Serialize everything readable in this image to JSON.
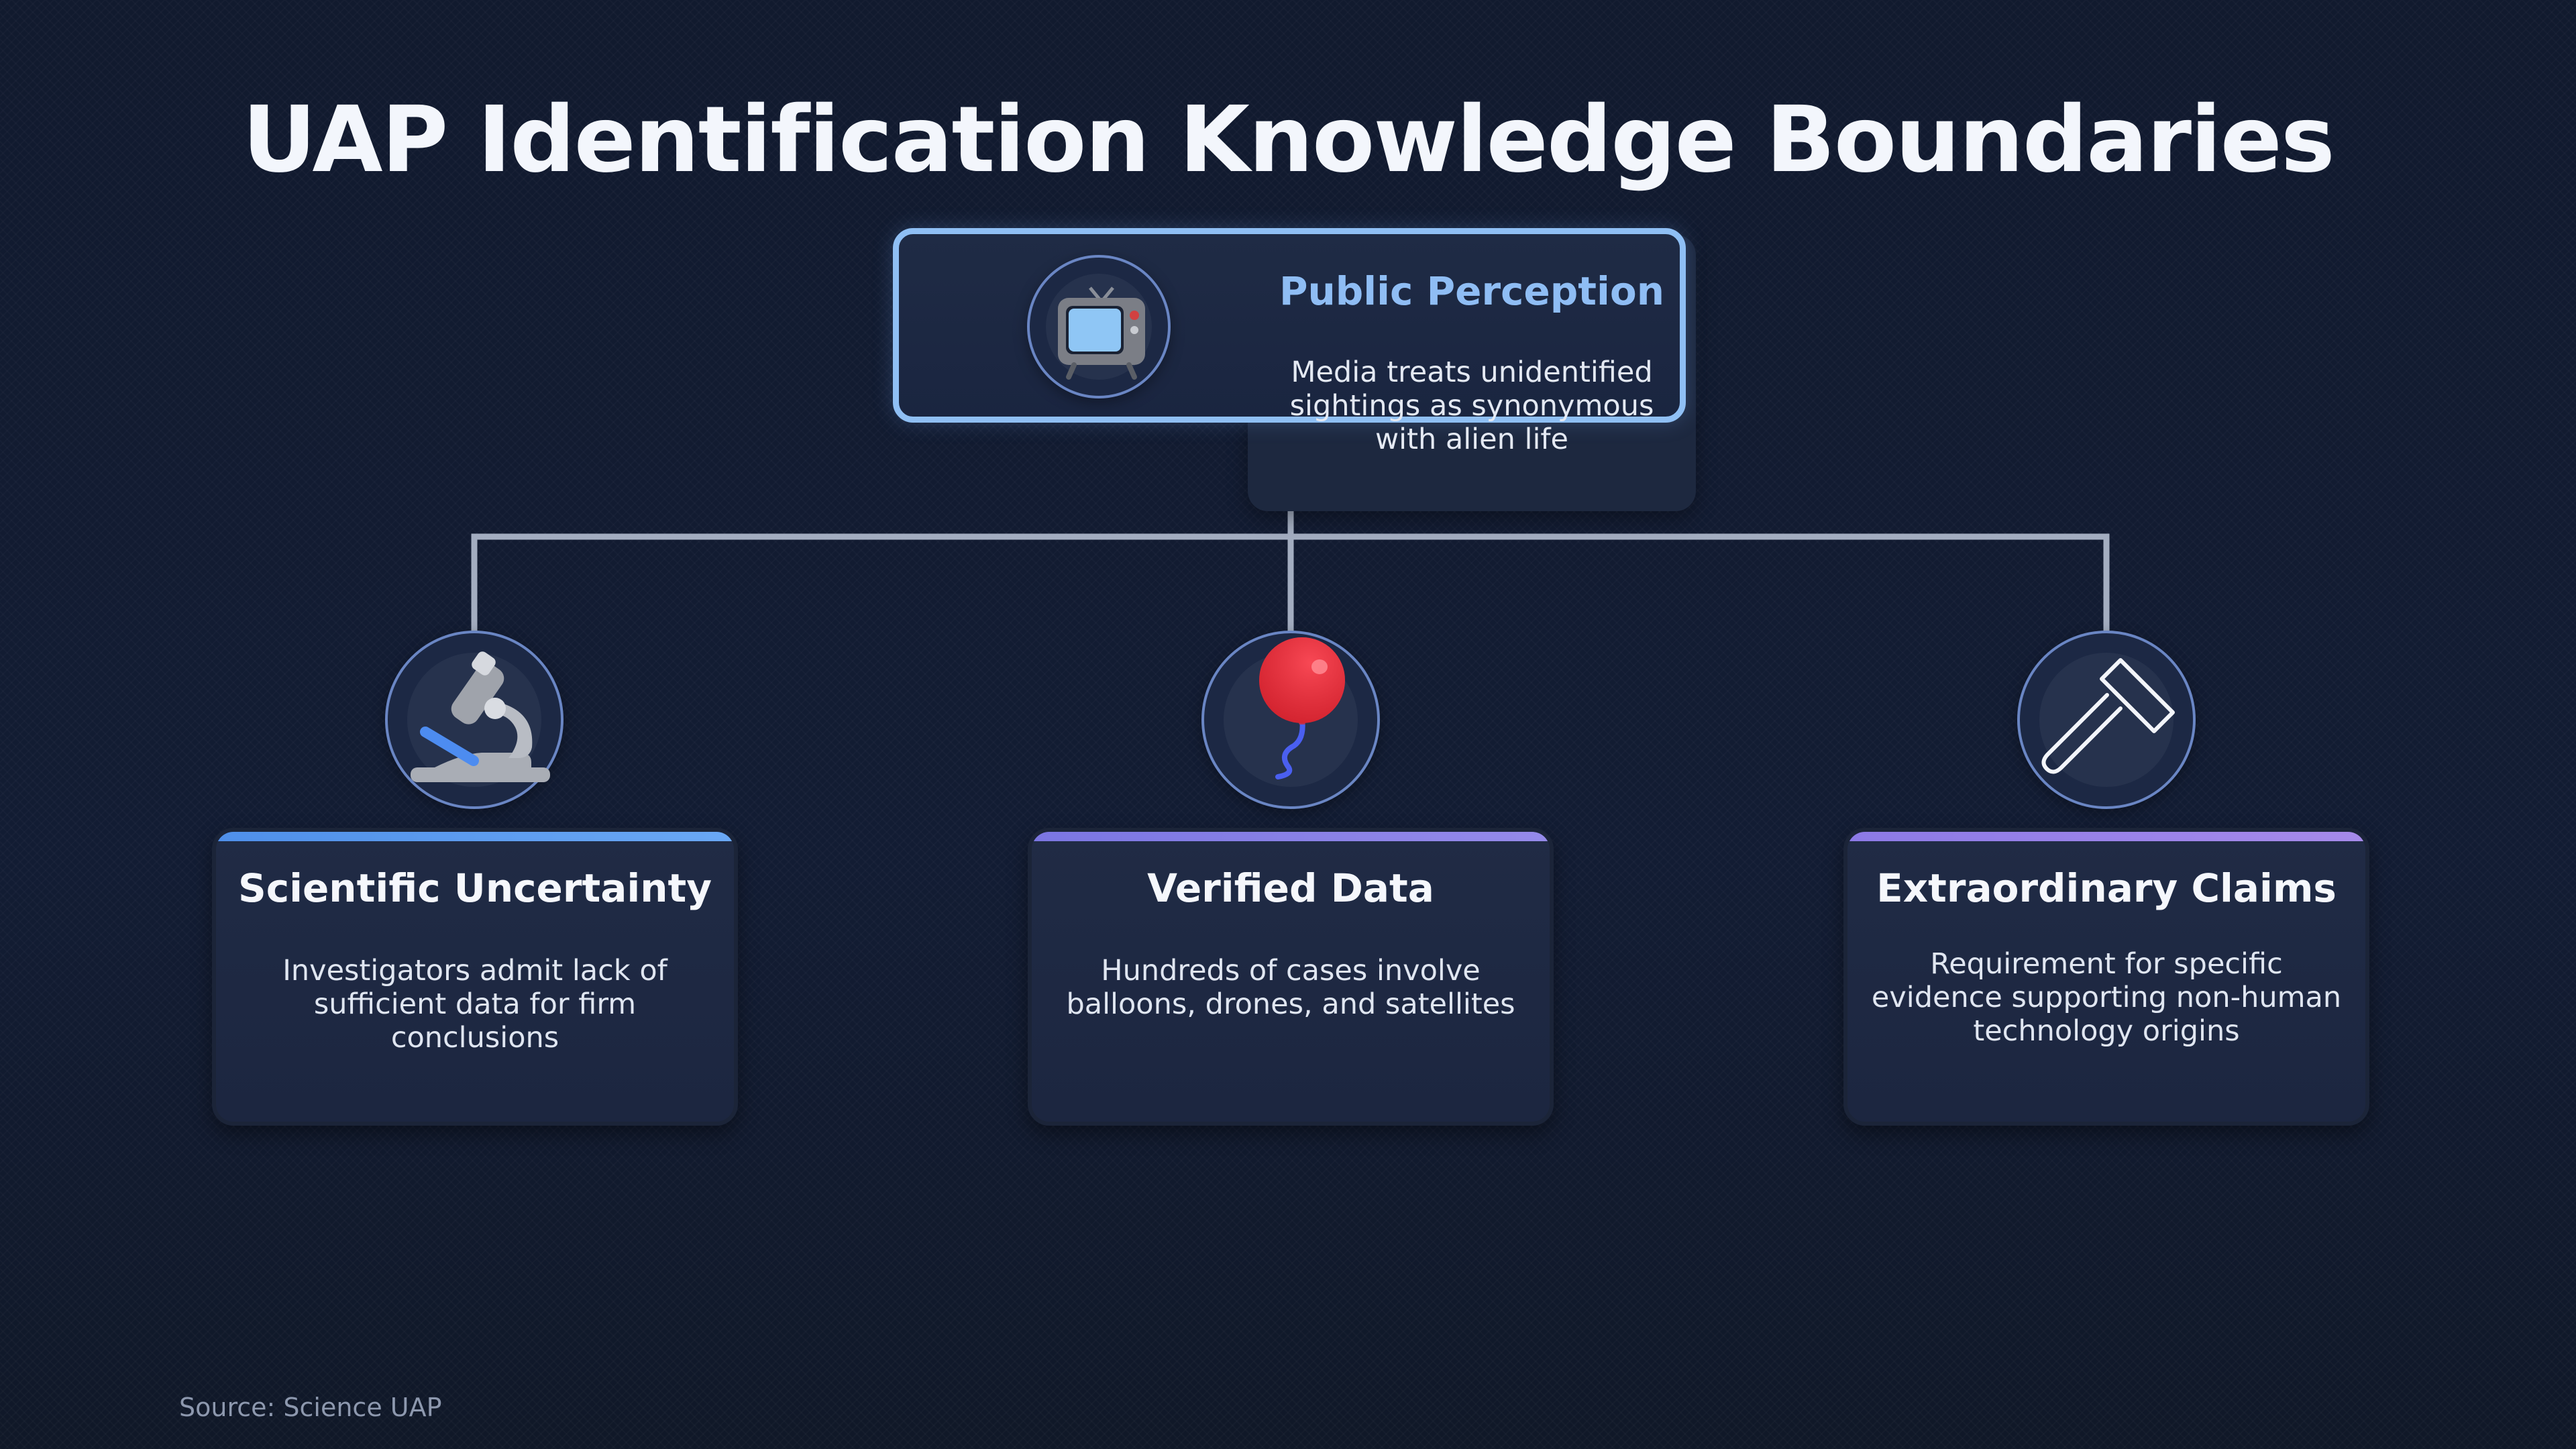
{
  "title": "UAP Identification Knowledge Boundaries",
  "top_node": {
    "title": "Public Perception",
    "description": "Media treats unidentified sightings as synonymous with alien life",
    "icon": "tv-icon",
    "accent_color": "#8fbff4"
  },
  "children": [
    {
      "title": "Scientific Uncertainty",
      "description": "Investigators admit lack of sufficient data for firm conclusions",
      "icon": "microscope-icon",
      "accent_color": "#5b9df0"
    },
    {
      "title": "Verified Data",
      "description": "Hundreds of cases involve balloons, drones, and satellites",
      "icon": "balloon-icon",
      "accent_color": "#8d7ee6"
    },
    {
      "title": "Extraordinary Claims",
      "description": "Requirement for specific evidence supporting non-human technology origins",
      "icon": "gavel-icon",
      "accent_color": "#9a83e8"
    }
  ],
  "source": "Source: Science UAP",
  "colors": {
    "background": "#111b30",
    "connector": "#a3adc0",
    "card": "#1e2942"
  }
}
